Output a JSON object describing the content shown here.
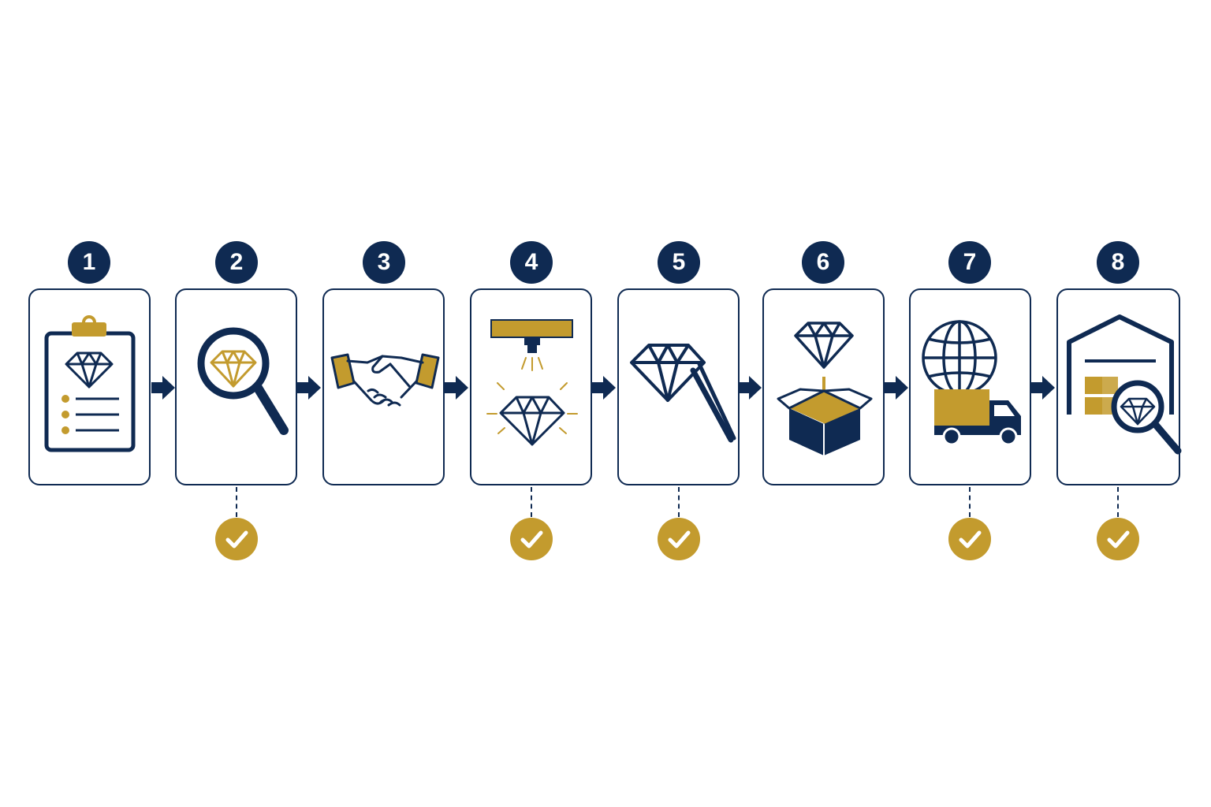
{
  "colors": {
    "navy": "#0f2a52",
    "gold": "#c39b2e",
    "background": "#ffffff"
  },
  "steps": [
    {
      "number": "1",
      "icon": "clipboard-diamond-checklist-icon",
      "checked": false
    },
    {
      "number": "2",
      "icon": "magnifier-diamond-icon",
      "checked": true
    },
    {
      "number": "3",
      "icon": "handshake-icon",
      "checked": false
    },
    {
      "number": "4",
      "icon": "laser-cutting-diamond-icon",
      "checked": true
    },
    {
      "number": "5",
      "icon": "diamond-tweezers-icon",
      "checked": true
    },
    {
      "number": "6",
      "icon": "diamond-into-box-icon",
      "checked": false
    },
    {
      "number": "7",
      "icon": "globe-delivery-truck-icon",
      "checked": true
    },
    {
      "number": "8",
      "icon": "warehouse-inspection-icon",
      "checked": true
    }
  ]
}
